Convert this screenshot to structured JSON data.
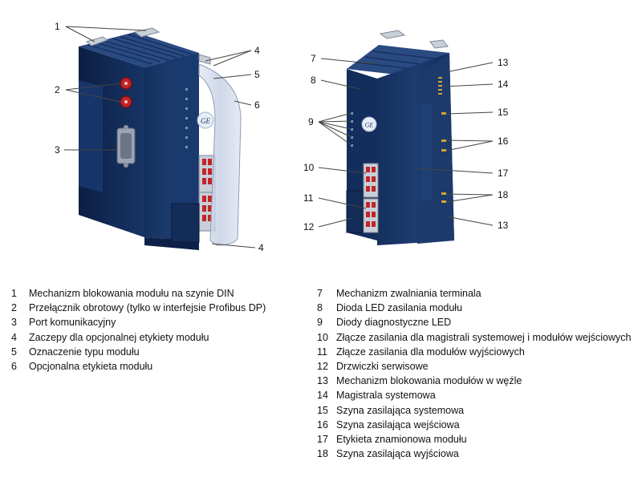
{
  "colors": {
    "module_body": "#1b3564",
    "module_dark": "#0f2349",
    "module_light": "#2a4a82",
    "connector_grey": "#c9cfd8",
    "terminal_red": "#c2242a",
    "label_transparent": "#c8d2e6"
  },
  "icons": [
    "ge-logo",
    "rotary-switch",
    "dsub-port",
    "din-rail-clip"
  ],
  "callouts": [
    {
      "id": "1",
      "text": "1"
    },
    {
      "id": "2",
      "text": "2"
    },
    {
      "id": "3",
      "text": "3"
    },
    {
      "id": "4a",
      "text": "4"
    },
    {
      "id": "5",
      "text": "5"
    },
    {
      "id": "6",
      "text": "6"
    },
    {
      "id": "4b",
      "text": "4"
    },
    {
      "id": "7",
      "text": "7"
    },
    {
      "id": "8",
      "text": "8"
    },
    {
      "id": "9",
      "text": "9"
    },
    {
      "id": "10",
      "text": "10"
    },
    {
      "id": "11",
      "text": "11"
    },
    {
      "id": "12",
      "text": "12"
    },
    {
      "id": "13a",
      "text": "13"
    },
    {
      "id": "14",
      "text": "14"
    },
    {
      "id": "15",
      "text": "15"
    },
    {
      "id": "16",
      "text": "16"
    },
    {
      "id": "17",
      "text": "17"
    },
    {
      "id": "18",
      "text": "18"
    },
    {
      "id": "13b",
      "text": "13"
    }
  ],
  "legend_left": [
    {
      "num": "1",
      "text": "Mechanizm blokowania modułu na szynie DIN"
    },
    {
      "num": "2",
      "text": "Przełącznik obrotowy (tylko w interfejsie Profibus DP)"
    },
    {
      "num": "3",
      "text": "Port komunikacyjny"
    },
    {
      "num": "4",
      "text": "Zaczepy dla opcjonalnej etykiety modułu"
    },
    {
      "num": "5",
      "text": "Oznaczenie typu modułu"
    },
    {
      "num": "6",
      "text": "Opcjonalna etykieta modułu"
    }
  ],
  "legend_right": [
    {
      "num": "7",
      "text": "Mechanizm zwalniania terminala"
    },
    {
      "num": "8",
      "text": "Dioda LED zasilania modułu"
    },
    {
      "num": "9",
      "text": "Diody diagnostyczne LED"
    },
    {
      "num": "10",
      "text": "Złącze zasilania dla magistrali systemowej i modułów wejściowych"
    },
    {
      "num": "11",
      "text": "Złącze zasilania dla modułów wyjściowych"
    },
    {
      "num": "12",
      "text": "Drzwiczki serwisowe"
    },
    {
      "num": "13",
      "text": "Mechanizm blokowania modułów w węźle"
    },
    {
      "num": "14",
      "text": "Magistrala systemowa"
    },
    {
      "num": "15",
      "text": "Szyna zasilająca systemowa"
    },
    {
      "num": "16",
      "text": "Szyna zasilająca wejściowa"
    },
    {
      "num": "17",
      "text": "Etykieta znamionowa modułu"
    },
    {
      "num": "18",
      "text": "Szyna zasilająca wyjściowa"
    }
  ]
}
